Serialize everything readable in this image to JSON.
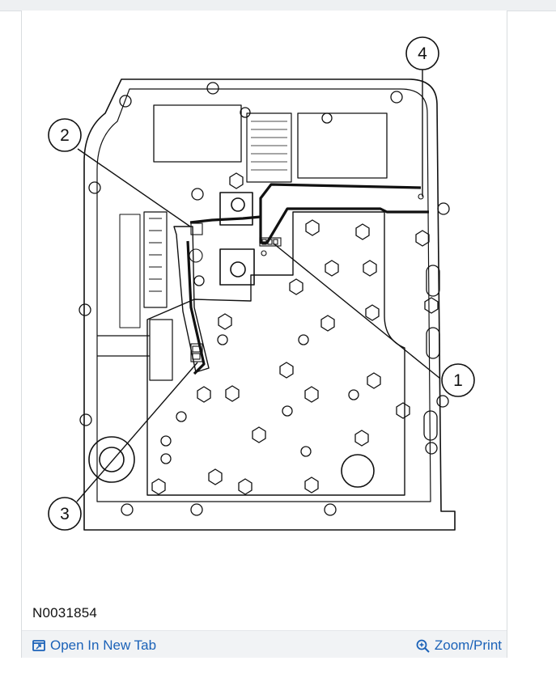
{
  "figure": {
    "caption": "N0031854",
    "callouts": [
      "1",
      "2",
      "3",
      "4"
    ]
  },
  "actions": {
    "open_new_tab": "Open In New Tab",
    "zoom_print": "Zoom/Print"
  },
  "icons": {
    "open_new_tab": "open-new-tab-icon",
    "zoom": "magnifier-plus-icon"
  },
  "colors": {
    "link": "#1b62b8",
    "toolbar_bg": "#f1f3f5",
    "diagram_line": "#111111"
  }
}
